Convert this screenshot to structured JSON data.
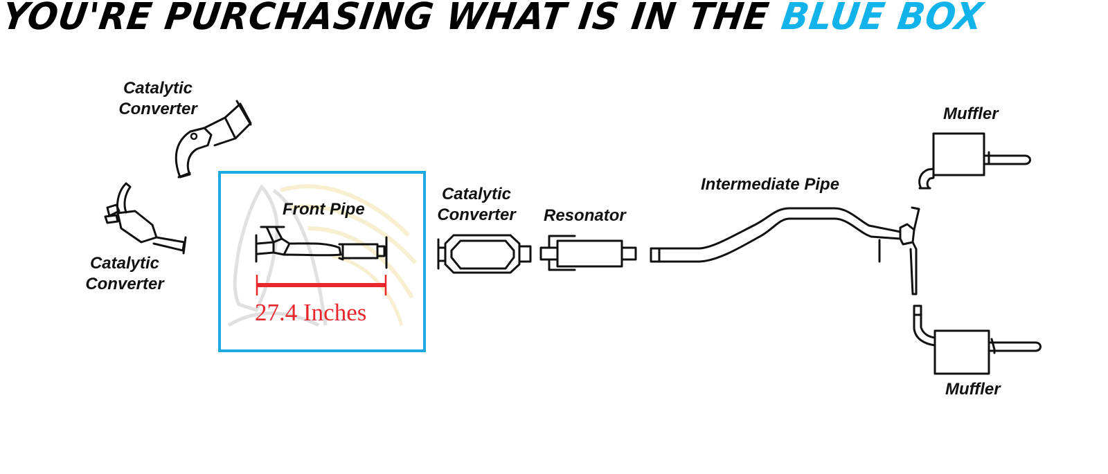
{
  "headline": {
    "prefix": "YOU'RE PURCHASING WHAT IS IN THE",
    "highlight": "BLUE BOX",
    "highlight_color": "#12b3ea",
    "text_color": "#000000"
  },
  "highlight_box": {
    "border_color": "#1ba9df",
    "part_label": "Front Pipe",
    "measurement": "27.4 Inches",
    "measurement_color": "#e8262b"
  },
  "components": [
    {
      "id": "cat-upper",
      "label": "Catalytic Converter",
      "lines": [
        "Catalytic",
        "Converter"
      ]
    },
    {
      "id": "cat-lower",
      "label": "Catalytic Converter",
      "lines": [
        "Catalytic",
        "Converter"
      ]
    },
    {
      "id": "front-pipe",
      "label": "Front Pipe",
      "lines": [
        "Front Pipe"
      ],
      "selected": true
    },
    {
      "id": "cat-main",
      "label": "Catalytic Converter",
      "lines": [
        "Catalytic",
        "Converter"
      ]
    },
    {
      "id": "resonator",
      "label": "Resonator",
      "lines": [
        "Resonator"
      ]
    },
    {
      "id": "intermediate-pipe",
      "label": "Intermediate Pipe",
      "lines": [
        "Intermediate Pipe"
      ]
    },
    {
      "id": "muffler-upper",
      "label": "Muffler",
      "lines": [
        "Muffler"
      ]
    },
    {
      "id": "muffler-lower",
      "label": "Muffler",
      "lines": [
        "Muffler"
      ]
    }
  ]
}
